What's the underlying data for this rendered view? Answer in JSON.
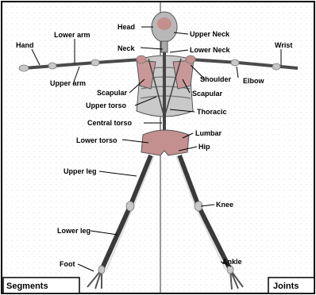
{
  "labels": {
    "head": "Head",
    "upper_neck": "Upper Neck",
    "neck": "Neck",
    "lower_neck": "Lower Neck",
    "hand": "Hand",
    "lower_arm": "Lower arm",
    "wrist": "Wrist",
    "upper_arm": "Upper arm",
    "shoulder": "Shoulder",
    "elbow": "Elbow",
    "scapular_left": "Scapular",
    "scapular_right": "Scapular",
    "upper_torso": "Upper torso",
    "thoracic": "Thoracic",
    "central_torso": "Central torso",
    "lumbar": "Lumbar",
    "lower_torso": "Lower torso",
    "hip": "Hip",
    "upper_leg": "Upper leg",
    "knee": "Knee",
    "lower_leg": "Lower leg",
    "foot": "Foot",
    "ankle": "Ankle"
  },
  "boxes": {
    "segments": "Segments",
    "joints": "Joints"
  },
  "colors": {
    "bone": "#c8c8c8",
    "bone_dark": "#7a7a7a",
    "joint": "#c89090",
    "line": "#000000",
    "frame": "#000000"
  }
}
